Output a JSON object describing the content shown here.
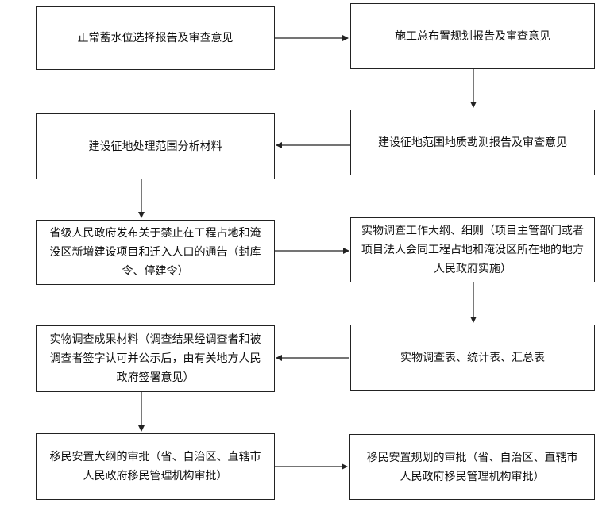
{
  "flowchart": {
    "nodes": {
      "n1": "正常蓄水位选择报告及审查意见",
      "n2": "施工总布置规划报告及审查意见",
      "n3": "建设征地范围地质勘测报告及审查意见",
      "n4": "建设征地处理范围分析材料",
      "n5": "省级人民政府发布关于禁止在工程占地和淹没区新增建设项目和迁入人口的通告（封库令、停建令）",
      "n6": "实物调查工作大纲、细则（项目主管部门或者项目法人会同工程占地和淹没区所在地的地方人民政府实施）",
      "n7": "实物调查表、统计表、汇总表",
      "n8": "实物调查成果材料（调查结果经调查者和被调查者签字认可并公示后，由有关地方人民政府签署意见）",
      "n9": "移民安置大纲的审批（省、自治区、直辖市人民政府移民管理机构审批）",
      "n10": "移民安置规划的审批（省、自治区、直辖市人民政府移民管理机构审批）"
    }
  }
}
